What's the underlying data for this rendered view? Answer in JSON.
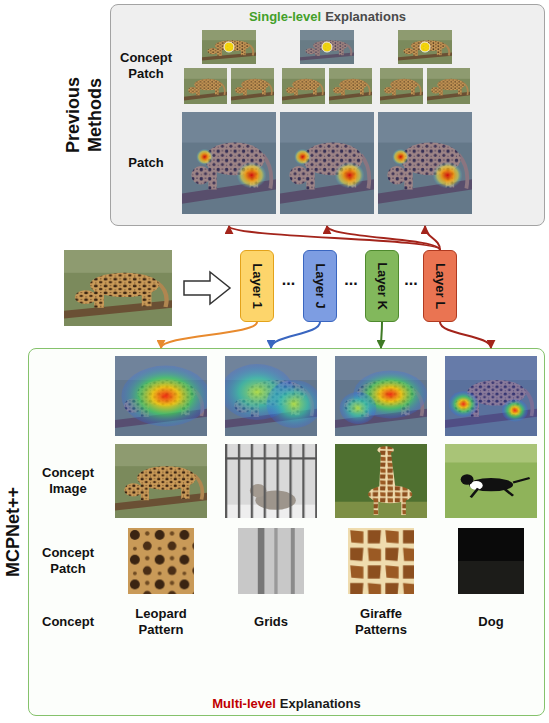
{
  "diagram": {
    "nodes": [
      {
        "text": [
          "Single-level",
          "Explanations",
          "Previous Methods"
        ]
      },
      {
        "text": [
          "Layer 1"
        ]
      },
      {
        "text": [
          "Layer J"
        ]
      },
      {
        "text": [
          "Layer K"
        ]
      },
      {
        "text": [
          "Layer L"
        ]
      },
      {
        "text": [
          "MCPNet++",
          "Multi-level",
          "Explanations"
        ]
      }
    ],
    "edges": [
      {
        "from": 4,
        "to": 0,
        "arrow": "to"
      },
      {
        "from": 4,
        "to": 0,
        "arrow": "to"
      },
      {
        "from": 4,
        "to": 0,
        "arrow": "to"
      },
      {
        "from": 1,
        "to": 5,
        "arrow": "to"
      },
      {
        "from": 2,
        "to": 5,
        "arrow": "to"
      },
      {
        "from": 3,
        "to": 5,
        "arrow": "to"
      },
      {
        "from": 4,
        "to": 5,
        "arrow": "to"
      }
    ],
    "labels": [
      "Concept Patch",
      "Patch",
      "...",
      "...",
      "...",
      "Concept Image",
      "Concept Patch",
      "Concept",
      "Leopard Pattern",
      "Grids",
      "Giraffe Patterns",
      "Dog"
    ]
  }
}
